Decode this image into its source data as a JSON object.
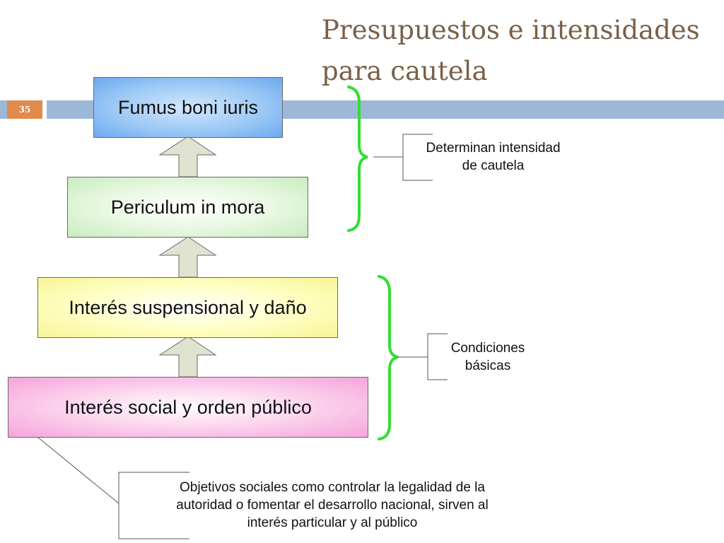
{
  "slide": {
    "title_line1": "Presupuestos e intensidades",
    "title_line2": "para cautela",
    "number": "35"
  },
  "boxes": {
    "fumus": "Fumus boni iuris",
    "periculum": "Periculum in mora",
    "interes_suspensional": "Interés suspensional y daño",
    "interes_social": "Interés social y orden público"
  },
  "notes": {
    "intensidad_line1": "Determinan intensidad",
    "intensidad_line2": "de cautela",
    "condiciones_line1": "Condiciones",
    "condiciones_line2": "básicas",
    "objetivos_line1": "Objetivos sociales como controlar la legalidad de la",
    "objetivos_line2": "autoridad o fomentar el desarrollo nacional, sirven al",
    "objetivos_line3": "interés particular y al público"
  },
  "colors": {
    "title": "#7a6048",
    "accent_bar": "#9bb9d6",
    "slide_number_bg": "#e08a4c",
    "brace": "#33dd33",
    "arrow_fill": "#dfe3cf"
  }
}
